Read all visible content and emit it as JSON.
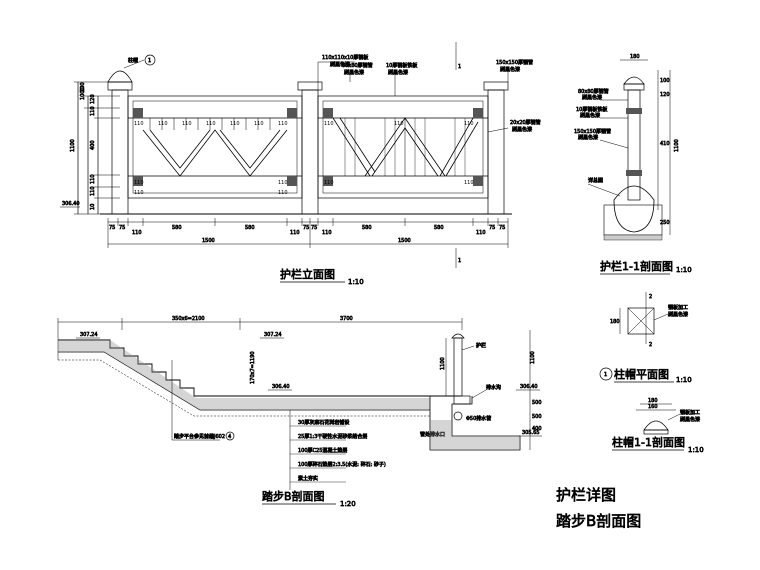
{
  "sheet_titles": {
    "line1": "护栏详图",
    "line2": "踏步B剖面图"
  },
  "elevation": {
    "title": "护栏立面图",
    "scale": "1:10",
    "callout": "柱帽",
    "callout_num": "1",
    "section_mark": "1",
    "notes": [
      "110x110x10厚钢板",
      "刷黑色漆",
      "80x80厚钢管",
      "刷黑色漆",
      "10厚钢板铁板",
      "刷黑色漆",
      "150x150厚钢管",
      "刷黑色漆",
      "20x20厚钢管",
      "刷黑色漆"
    ],
    "dims_left": [
      "100",
      "120",
      "110",
      "1100",
      "400",
      "110",
      "110",
      "10",
      "1000"
    ],
    "level": "306.40",
    "dims_bottom": [
      "75",
      "75",
      "110",
      "580",
      "580",
      "110",
      "75",
      "75",
      "110",
      "580",
      "580",
      "110",
      "75",
      "75"
    ],
    "dims_total": [
      "1500",
      "1500"
    ],
    "dims_bays": [
      "110",
      "110",
      "110",
      "110",
      "110",
      "110",
      "110",
      "110",
      "110",
      "110",
      "110",
      "110",
      "110",
      "110",
      "110",
      "110"
    ]
  },
  "section11": {
    "title": "护栏1-1剖面图",
    "scale": "1:10",
    "notes": [
      "80x80厚钢管",
      "刷黑色漆",
      "10厚钢板铁板",
      "刷黑色漆",
      "150x150厚钢管",
      "刷黑色漆",
      "详总图"
    ],
    "dims_top": "180",
    "dims_right": [
      "100",
      "120",
      "410",
      "1100",
      "250"
    ]
  },
  "cap_plan": {
    "title": "柱帽平面图",
    "scale": "1:10",
    "num": "1",
    "mark": "2",
    "note": [
      "钢板加工",
      "刷黑色漆"
    ],
    "dim": "180"
  },
  "cap_section": {
    "title": "柱帽1-1剖面图",
    "scale": "1:10",
    "dims": [
      "180",
      "160"
    ],
    "note": [
      "钢板加工",
      "刷黑色漆"
    ]
  },
  "stair_section": {
    "title": "踏步B剖面图",
    "scale": "1:20",
    "dims_top": [
      "350x6=2100",
      "3700"
    ],
    "levels": [
      "307.24",
      "307.24",
      "306.40",
      "306.40",
      "305.65"
    ],
    "rail_label": "护栏",
    "rail_h": "1100",
    "step_h": "170x7=1190",
    "drain": "排水沟",
    "pipe": "Φ50排水管",
    "outfall": "管处排水口",
    "stair_note": "踏步平台参见前编J602",
    "stair_note_num": "4",
    "layers": [
      "30厚灰麻石花岗岩铺设",
      "25厚1:3干硬性水泥砂浆结合层",
      "100厚C25混凝土垫层",
      "100厚碎石垫层2:3.5(水泥: 碎石: 砂子)",
      "素土夯实"
    ],
    "dims_right": [
      "1100",
      "500",
      "500",
      "400"
    ]
  }
}
